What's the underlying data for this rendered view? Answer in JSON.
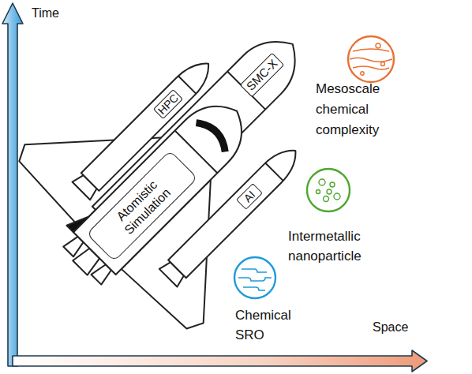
{
  "diagram": {
    "nodes": [
      {
        "text": [
          "HPC"
        ]
      },
      {
        "text": [
          "SMC-X"
        ]
      },
      {
        "text": [
          "Atomistic Simulation"
        ]
      },
      {
        "text": [
          "AI"
        ]
      },
      {
        "text": [
          "Mesoscale chemical complexity"
        ]
      },
      {
        "text": [
          "Intermetallic nanoparticle"
        ]
      },
      {
        "text": [
          "Chemical SRO"
        ]
      }
    ],
    "labels": [
      "Time",
      "Space"
    ]
  }
}
